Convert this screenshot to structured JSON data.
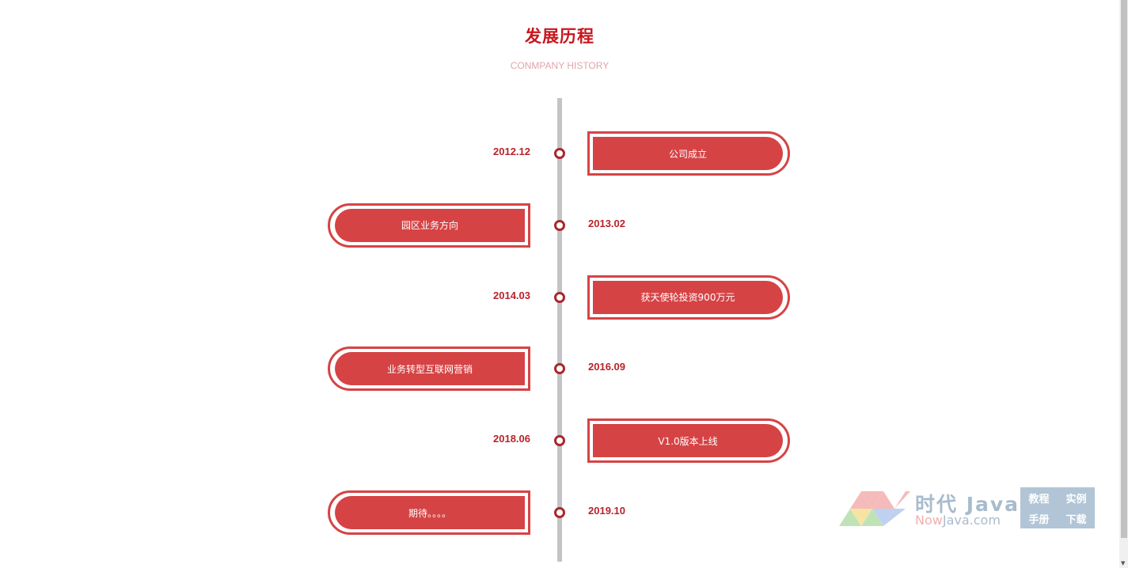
{
  "header": {
    "title": "发展历程",
    "subtitle": "CONMPANY HISTORY"
  },
  "timeline": [
    {
      "date": "2012.12",
      "event": "公司成立",
      "side": "right"
    },
    {
      "date": "2013.02",
      "event": "园区业务方向",
      "side": "left"
    },
    {
      "date": "2014.03",
      "event": "获天使轮投资900万元",
      "side": "right"
    },
    {
      "date": "2016.09",
      "event": "业务转型互联网营销",
      "side": "left"
    },
    {
      "date": "2018.06",
      "event": "V1.0版本上线",
      "side": "right"
    },
    {
      "date": "2019.10",
      "event": "期待。。。。",
      "side": "left"
    }
  ],
  "watermark": {
    "brand": "时代 Java",
    "url_prefix": "Now",
    "url_rest": "Java.com",
    "links": [
      "教程",
      "实例",
      "手册",
      "下载"
    ]
  },
  "colors": {
    "accent": "#d64345",
    "title": "#c8161d",
    "line": "#c4c4c4"
  }
}
